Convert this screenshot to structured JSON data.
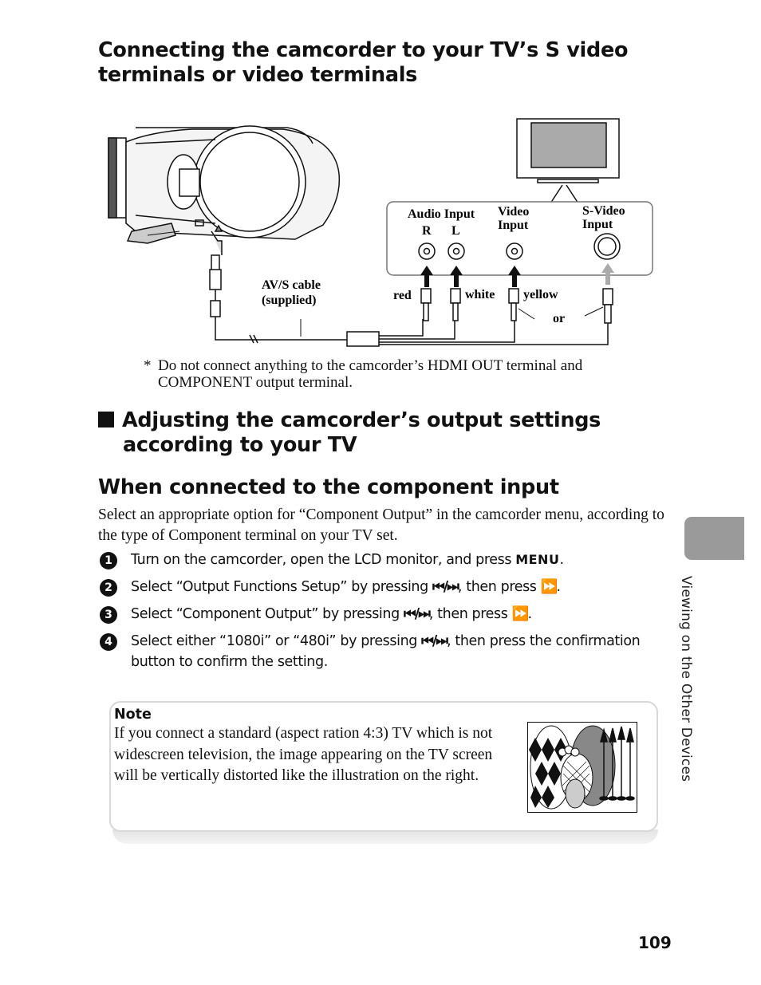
{
  "heading_main": {
    "line1": "Connecting the camcorder to your TV’s S video",
    "line2": "terminals or video terminals"
  },
  "diagram": {
    "audio_input": "Audio Input",
    "r": "R",
    "l": "L",
    "video_input_1": "Video",
    "video_input_2": "Input",
    "svideo_input_1": "S-Video",
    "svideo_input_2": "Input",
    "cable_1": "AV/S cable",
    "cable_2": "(supplied)",
    "red": "red",
    "white": "white",
    "yellow": "yellow",
    "or": "or"
  },
  "footnote": {
    "star": "*",
    "text": "Do not connect anything to the camcorder’s HDMI OUT terminal and COMPONENT output terminal."
  },
  "section_adjust": {
    "line1": "Adjusting the camcorder’s output settings",
    "line2": "according to your TV"
  },
  "section_component": {
    "title": "When connected to the component input",
    "intro": "Select an appropriate option for “Component Output” in the camcorder menu, according to the type of Component terminal on your TV set."
  },
  "steps": [
    {
      "num": "1",
      "a": "Turn on the camcorder, open the LCD monitor, and press ",
      "key": "MENU",
      "b": "."
    },
    {
      "num": "2",
      "a": "Select “Output Functions Setup” by pressing ",
      "skip": "⏮/⏭",
      "b": ", then press ",
      "ff": "⏩",
      "c": "."
    },
    {
      "num": "3",
      "a": "Select “Component Output” by pressing ",
      "skip": "⏮/⏭",
      "b": ", then press ",
      "ff": "⏩",
      "c": "."
    },
    {
      "num": "4",
      "a": "Select either “1080i” or “480i” by pressing ",
      "skip": "⏮/⏭",
      "b": ", then press the confirmation button to confirm the setting."
    }
  ],
  "note": {
    "title": "Note",
    "text": "If you connect a standard (aspect ration 4:3) TV which is not widescreen television, the image appearing on the TV screen will be vertically distorted like the illustration on the right."
  },
  "side_tab_label": "Viewing on the Other Devices",
  "page_number": "109"
}
